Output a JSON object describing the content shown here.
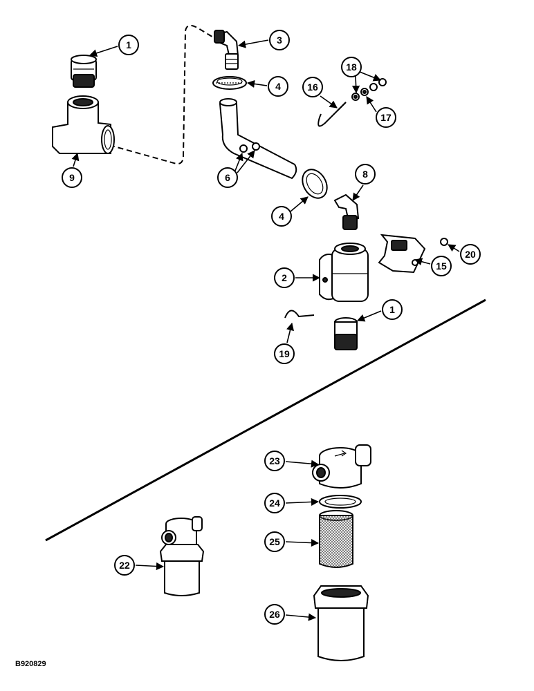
{
  "figure_code": "B920829",
  "callouts": [
    "1",
    "3",
    "4",
    "18",
    "16",
    "17",
    "9",
    "6",
    "8",
    "4",
    "20",
    "2",
    "15",
    "1",
    "19",
    "23",
    "24",
    "25",
    "22",
    "26"
  ]
}
